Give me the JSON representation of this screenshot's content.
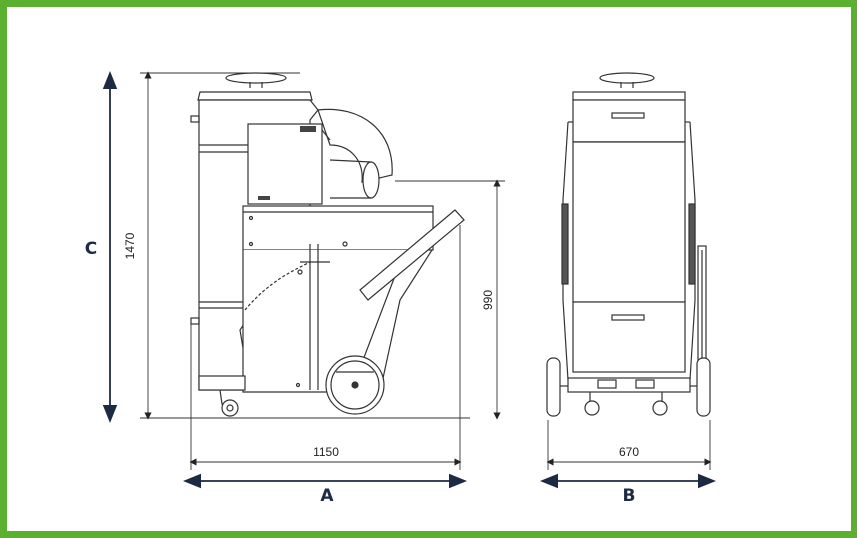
{
  "frame": {
    "border_color": "#5cb030"
  },
  "dimensions": {
    "total_height": "1470",
    "inlet_height": "990",
    "side_length": "1150",
    "front_width": "670"
  },
  "callouts": {
    "height_letter": "C",
    "length_letter": "A",
    "width_letter": "B"
  },
  "colors": {
    "arrow": "#1d2a44",
    "line": "#333333"
  }
}
